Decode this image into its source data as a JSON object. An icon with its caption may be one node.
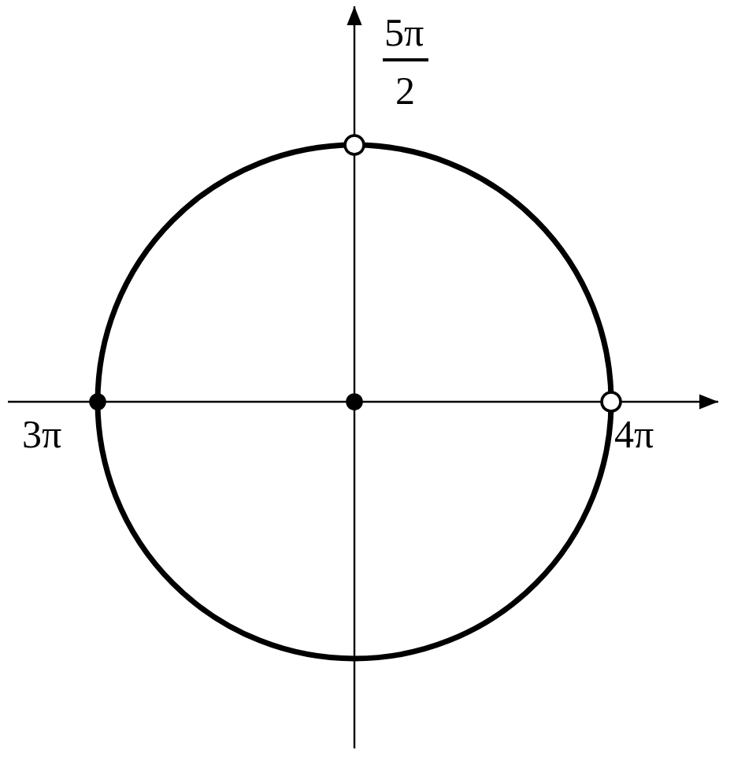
{
  "diagram": {
    "labels": [
      "5π",
      "2",
      "3π",
      "4π"
    ]
  }
}
